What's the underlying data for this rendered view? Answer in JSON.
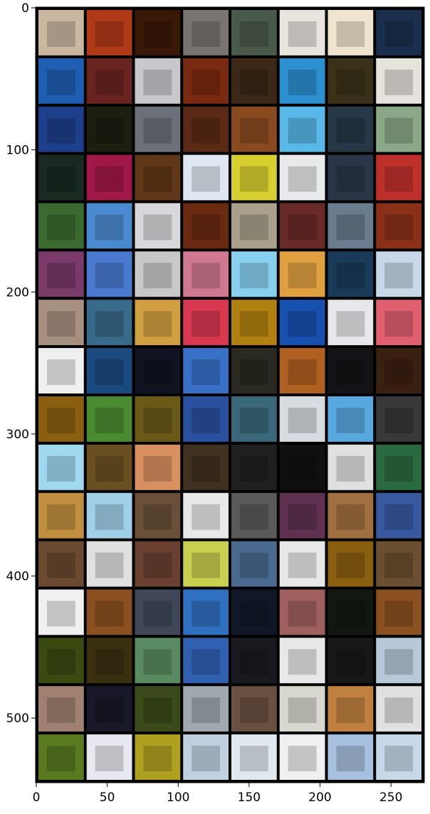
{
  "chart_data": {
    "type": "heatmap",
    "title": "",
    "xlabel": "",
    "ylabel": "",
    "xlim": [
      -0.5,
      273.5
    ],
    "ylim": [
      545.5,
      -0.5
    ],
    "xticks": [
      0,
      50,
      100,
      150,
      200,
      250
    ],
    "yticks": [
      0,
      100,
      200,
      300,
      400,
      500
    ],
    "grid": false,
    "grid_rows": 16,
    "grid_cols": 8,
    "cell_size": 32,
    "padding": 2,
    "tiles": [
      [
        "#c9b7a0",
        "#b03a18",
        "#3a1808",
        "#7a7470",
        "#4a5a4a",
        "#e8e4de",
        "#f0e4cf",
        "#1a2f4e"
      ],
      [
        "#1f5fb3",
        "#6a2420",
        "#c6c8cc",
        "#7a2a10",
        "#3b2816",
        "#2b8fd0",
        "#3a3218",
        "#e6e2dc"
      ],
      [
        "#1e3f8c",
        "#1a1f10",
        "#6c7078",
        "#5a2a16",
        "#8a4a20",
        "#58b8e8",
        "#263848",
        "#8aa888"
      ],
      [
        "#1a2a22",
        "#a01848",
        "#603818",
        "#dfe8f2",
        "#d8d030",
        "#e8eaec",
        "#2a3648",
        "#c0302a"
      ],
      [
        "#3a6a30",
        "#4a8ad0",
        "#d8d8dc",
        "#6a2a10",
        "#a8a08a",
        "#6a2a28",
        "#6a7c8e",
        "#8a3018"
      ],
      [
        "#7a3a6a",
        "#4a7ad0",
        "#c8c8c8",
        "#d07890",
        "#88d0f0",
        "#e0a040",
        "#1a3a5a",
        "#c8d8e8"
      ],
      [
        "#a89080",
        "#3a6a8a",
        "#d0a040",
        "#d83850",
        "#b08010",
        "#1850b0",
        "#e8e8ec",
        "#e06070"
      ],
      [
        "#f0f0f0",
        "#1a4a80",
        "#101420",
        "#3870c8",
        "#2a2a22",
        "#b06020",
        "#141418",
        "#3a2010"
      ],
      [
        "#8a6010",
        "#4a8a30",
        "#6a5a18",
        "#2a50a0",
        "#3a6878",
        "#d8dce0",
        "#58a8e0",
        "#383838"
      ],
      [
        "#a0d8f0",
        "#6a5020",
        "#d89060",
        "#403020",
        "#202020",
        "#101010",
        "#e0e0e0",
        "#2a6a40"
      ],
      [
        "#c09040",
        "#a0d0e8",
        "#6a5038",
        "#e8e8e8",
        "#5a5a5a",
        "#603050",
        "#a07040",
        "#3858a0"
      ],
      [
        "#6a4a30",
        "#e0e0e0",
        "#6a4030",
        "#c8d050",
        "#4a6a90",
        "#e8e8e8",
        "#8a6010",
        "#6a5030"
      ],
      [
        "#f0f0f0",
        "#8a5020",
        "#404858",
        "#3070c0",
        "#101828",
        "#a06060",
        "#101810",
        "#8a5020"
      ],
      [
        "#3a4a10",
        "#3a3010",
        "#5a8a60",
        "#3060b0",
        "#181a20",
        "#e8e8e8",
        "#181818",
        "#b8c8d8"
      ],
      [
        "#a08070",
        "#181828",
        "#3a4a18",
        "#a0a8b0",
        "#6a5040",
        "#d8d8d0",
        "#c08040",
        "#e0e0e0"
      ],
      [
        "#5a7a20",
        "#e8e8f0",
        "#b0a020",
        "#c0d0e0",
        "#e0e8f0",
        "#f0f0f0",
        "#a8c0e0",
        "#c8d8e8"
      ]
    ]
  }
}
